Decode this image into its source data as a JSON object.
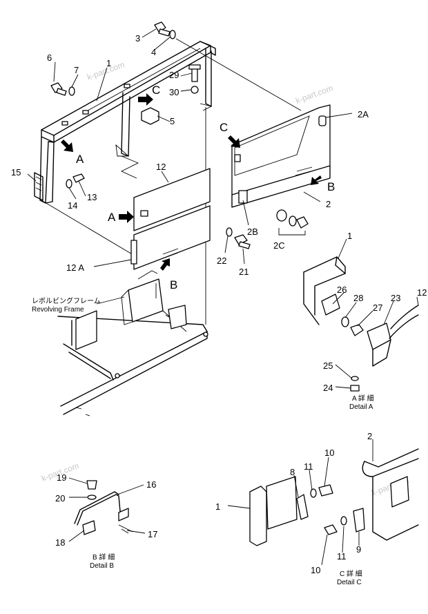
{
  "part_numbers": {
    "p1": "1",
    "p2": "2",
    "p2A": "2A",
    "p2B": "2B",
    "p2C": "2C",
    "p3": "3",
    "p4": "4",
    "p5": "5",
    "p6": "6",
    "p7": "7",
    "p8": "8",
    "p9": "9",
    "p10": "10",
    "p11": "11",
    "p12": "12",
    "p12A": "12 A",
    "p13": "13",
    "p14": "14",
    "p15": "15",
    "p16": "16",
    "p17": "17",
    "p18": "18",
    "p19": "19",
    "p20": "20",
    "p21": "21",
    "p22": "22",
    "p23": "23",
    "p24": "24",
    "p25": "25",
    "p26": "26",
    "p27": "27",
    "p28": "28",
    "p29": "29",
    "p30": "30"
  },
  "view_letters": {
    "a": "A",
    "b": "B",
    "c": "C"
  },
  "frame_label": {
    "jp": "レボルビングフレーム",
    "en": "Revolving  Frame"
  },
  "details": {
    "a_jp": "A  詳  細",
    "a_en": "Detail  A",
    "b_jp": "B  詳  細",
    "b_en": "Detail  B",
    "c_jp": "C  詳  細",
    "c_en": "Detail  C"
  },
  "watermark": "k-part.com"
}
